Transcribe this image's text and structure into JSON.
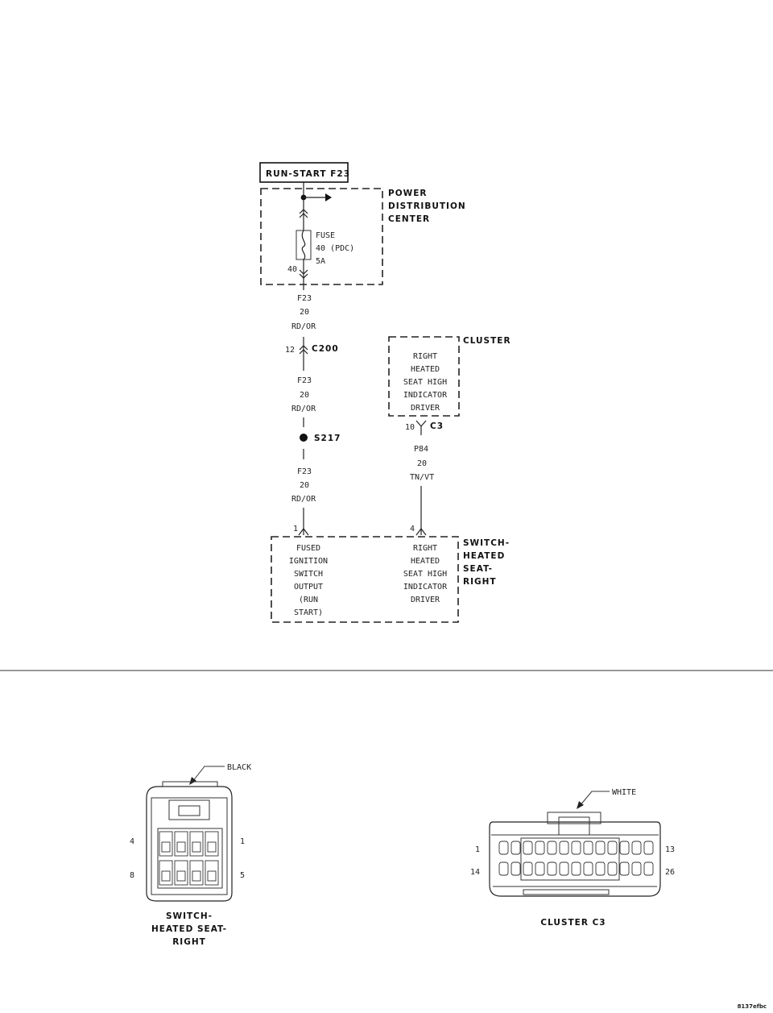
{
  "title_box": "RUN-START F23",
  "pdc": {
    "label": [
      "POWER",
      "DISTRIBUTION",
      "CENTER"
    ],
    "fuse_text": [
      "FUSE",
      "40 (PDC)",
      "5A"
    ],
    "fuse_cavity": "40"
  },
  "left_wire": {
    "seg1": [
      "F23",
      "20",
      "RD/OR"
    ],
    "connector_pin": "12",
    "connector": "C200",
    "seg2": [
      "F23",
      "20",
      "RD/OR"
    ],
    "splice": "S217",
    "seg3": [
      "F23",
      "20",
      "RD/OR"
    ],
    "switch_pin": "1"
  },
  "cluster": {
    "label": "CLUSTER",
    "text": [
      "RIGHT",
      "HEATED",
      "SEAT HIGH",
      "INDICATOR",
      "DRIVER"
    ],
    "pin": "10",
    "connector": "C3"
  },
  "right_wire": {
    "seg": [
      "P84",
      "20",
      "TN/VT"
    ],
    "switch_pin": "4"
  },
  "switch": {
    "label": [
      "SWITCH-",
      "HEATED",
      "SEAT-",
      "RIGHT"
    ],
    "left_text": [
      "FUSED",
      "IGNITION",
      "SWITCH",
      "OUTPUT",
      "(RUN",
      "START)"
    ],
    "right_text": [
      "RIGHT",
      "HEATED",
      "SEAT HIGH",
      "INDICATOR",
      "DRIVER"
    ]
  },
  "connector_switch": {
    "color_callout": "BLACK",
    "pins": {
      "top_left": "4",
      "top_right": "1",
      "bottom_left": "8",
      "bottom_right": "5"
    },
    "caption": [
      "SWITCH-",
      "HEATED SEAT-",
      "RIGHT"
    ]
  },
  "connector_cluster": {
    "color_callout": "WHITE",
    "pins": {
      "top_left": "1",
      "top_right": "13",
      "bottom_left": "14",
      "bottom_right": "26"
    },
    "caption": "CLUSTER C3"
  },
  "figure_id": "8137efbc"
}
